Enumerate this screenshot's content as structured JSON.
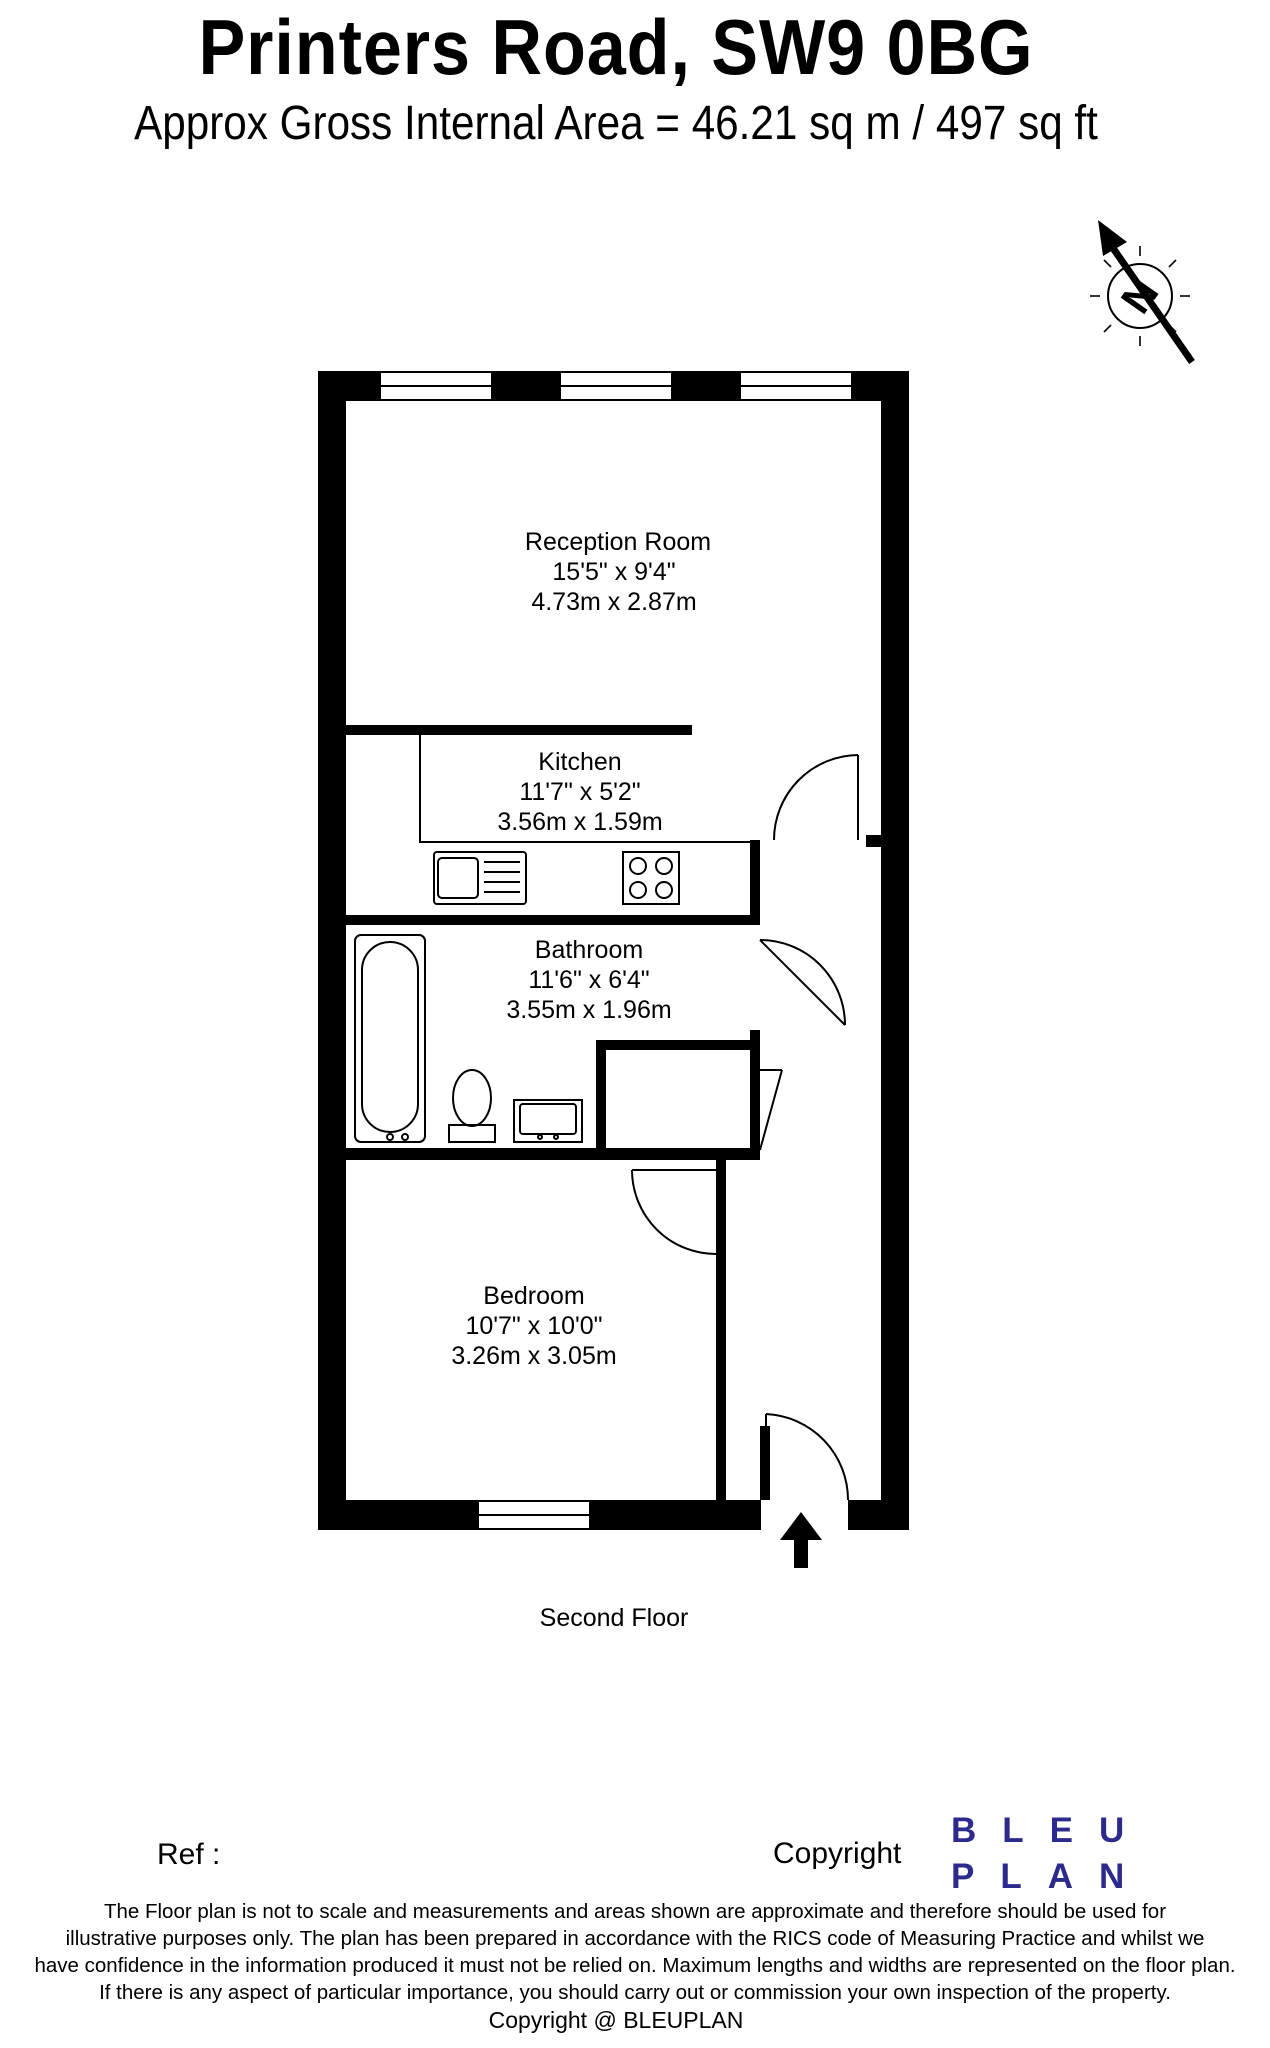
{
  "header": {
    "title": "Printers Road, SW9 0BG",
    "subtitle": "Approx Gross Internal Area = 46.21 sq m / 497 sq ft"
  },
  "compass": {
    "label": "N",
    "icon": "north-arrow-icon"
  },
  "rooms": [
    {
      "name": "Reception Room",
      "imperial": "15'5\" x 9'4\"",
      "metric": "4.73m x 2.87m"
    },
    {
      "name": "Kitchen",
      "imperial": "11'7\" x 5'2\"",
      "metric": "3.56m x 1.59m"
    },
    {
      "name": "Bathroom",
      "imperial": "11'6\" x 6'4\"",
      "metric": "3.55m x 1.96m"
    },
    {
      "name": "Bedroom",
      "imperial": "10'7\" x 10'0\"",
      "metric": "3.26m x 3.05m"
    }
  ],
  "floor": {
    "label": "Second Floor",
    "entrance_icon": "entrance-arrow-icon"
  },
  "footer": {
    "ref_label": "Ref  :",
    "copyright_label": "Copyright",
    "logo": {
      "line1": "BLEU",
      "line2": "PLAN",
      "color": "#2c2a8c"
    },
    "disclaimer": [
      "The Floor plan is not to scale and measurements and areas shown are approximate and therefore should be used for",
      "illustrative purposes only. The plan has been prepared in accordance with the RICS code of Measuring Practice and whilst we",
      "have confidence in the information produced it must not be relied on. Maximum lengths and widths are represented on the floor plan.",
      "If there is any aspect of particular importance, you should carry out or commission your own inspection of the property."
    ],
    "copyright_line": "Copyright @ BLEUPLAN"
  }
}
